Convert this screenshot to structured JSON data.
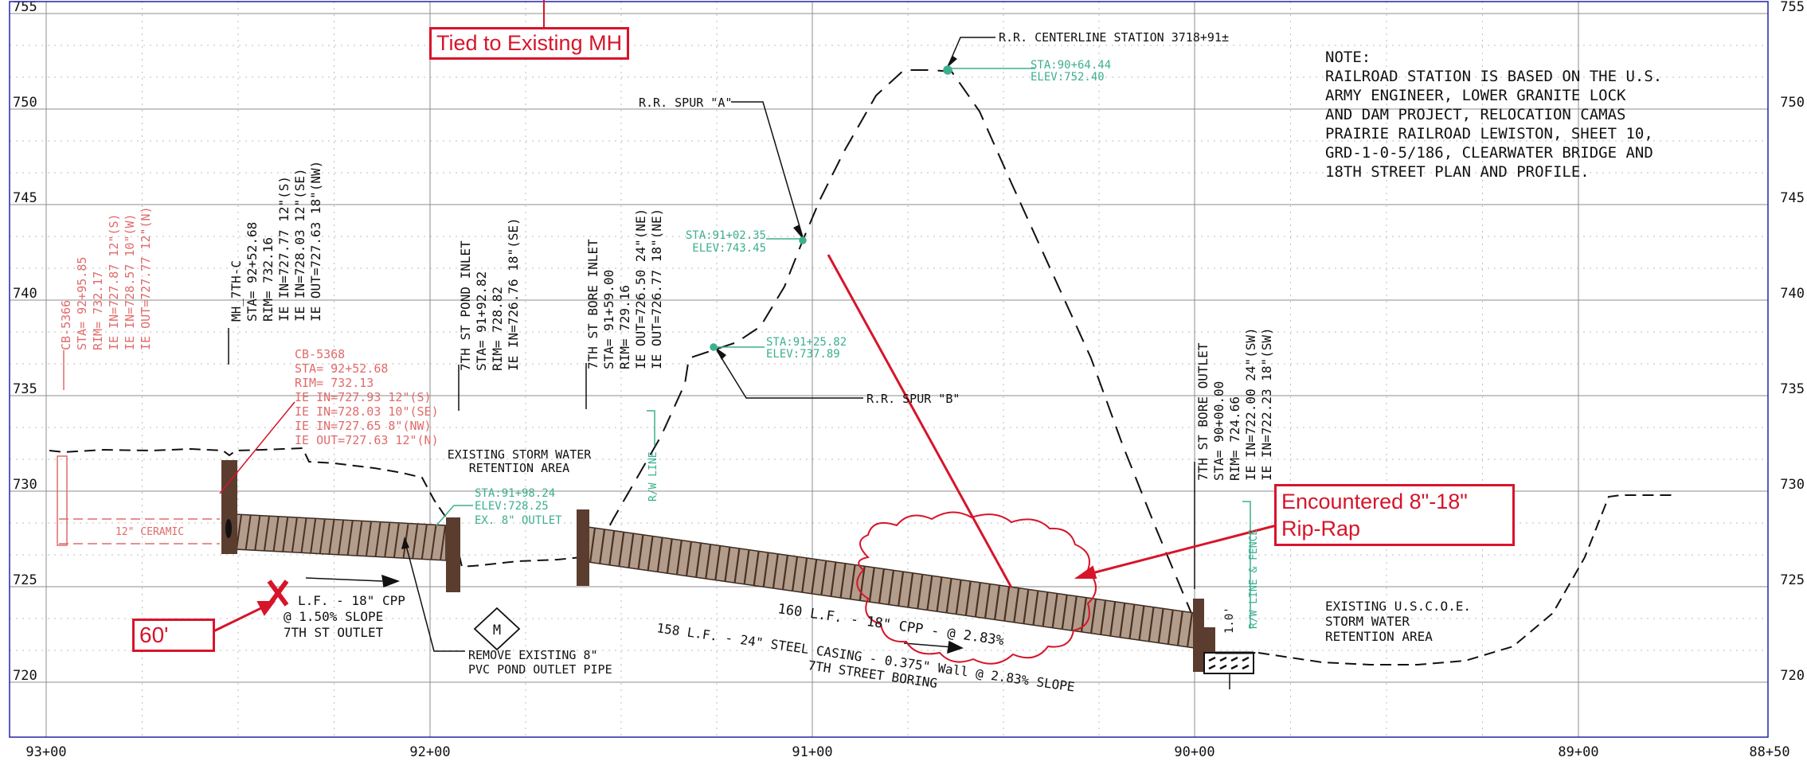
{
  "colors": {
    "grid_major": "#8c8c8c",
    "grid_minor": "#bdbdbd",
    "frame": "#2222aa",
    "black": "#111111",
    "green": "#3caf8f",
    "red_note": "#e06b6b",
    "markup_red": "#d6152a",
    "pipe_fill": "#a89484",
    "pipe_band": "#5a3d2e"
  },
  "axes": {
    "elevations": [
      "755",
      "750",
      "745",
      "740",
      "735",
      "730",
      "725",
      "720"
    ],
    "stations": [
      "93+00",
      "92+00",
      "91+00",
      "90+00",
      "89+00",
      "88+50"
    ]
  },
  "markups": {
    "tied_to_existing": "Tied to Existing MH",
    "encountered": [
      "Encountered 8\"-18\"",
      "Rip-Rap"
    ],
    "sixty_ft": "60'"
  },
  "rr_centerline": "R.R. CENTERLINE STATION 3718+91±",
  "rr_top_sta": [
    "STA:90+64.44",
    "ELEV:752.40"
  ],
  "note": {
    "title": "NOTE:",
    "lines": [
      "RAILROAD STATION IS BASED ON THE U.S.",
      "ARMY ENGINEER, LOWER GRANITE LOCK",
      "AND DAM PROJECT, RELOCATION CAMAS",
      "PRAIRIE RAILROAD LEWISTON, SHEET 10,",
      "GRD-1-0-5/186, CLEARWATER BRIDGE AND",
      "18TH STREET PLAN AND PROFILE."
    ]
  },
  "spur_a": {
    "label": "R.R. SPUR \"A\"",
    "sta": [
      "STA:91+02.35",
      "ELEV:743.45"
    ]
  },
  "spur_b": {
    "label": "R.R. SPUR \"B\"",
    "sta": [
      "STA:91+25.82",
      "ELEV:737.89"
    ]
  },
  "cb5366": [
    "CB-5366",
    "STA= 92+95.85",
    "RIM= 732.17",
    "IE IN=727.87 12\"(S)",
    "IE IN=728.57 10\"(W)",
    "IE OUT=727.77 12\"(N)"
  ],
  "mh7thc": [
    "MH_7TH-C",
    "STA= 92+52.68",
    "RIM= 732.16",
    "IE IN=727.77 12\"(S)",
    "IE IN=728.03 12\"(SE)",
    "IE OUT=727.63 18\"(NW)"
  ],
  "cb5368": [
    "CB-5368",
    "STA= 92+52.68",
    "RIM= 732.13",
    "IE IN=727.93 12\"(S)",
    "IE IN=728.03 10\"(SE)",
    "IE IN=727.65 8\"(NW)",
    "IE OUT=727.63 12\"(N)"
  ],
  "pond_inlet": [
    "7TH ST POND INLET",
    "STA= 91+92.82",
    "RIM= 728.82",
    "IE IN=726.76 18\"(SE)"
  ],
  "bore_inlet": [
    "7TH ST BORE INLET",
    "STA= 91+59.00",
    "RIM= 729.16",
    "IE OUT=726.50 24\"(NE)",
    "IE OUT=726.77 18\"(NE)"
  ],
  "bore_outlet": [
    "7TH ST BORE OUTLET",
    "STA= 90+00.00",
    "RIM= 724.66",
    "IE IN=722.00 24\"(SW)",
    "IE IN=722.23 18\"(SW)"
  ],
  "retention_top": [
    "EXISTING STORM WATER",
    "RETENTION AREA"
  ],
  "retention_usace": [
    "EXISTING U.S.C.O.E.",
    "STORM WATER",
    "RETENTION AREA"
  ],
  "outlet_sta": [
    "STA:91+98.24",
    "ELEV:728.25",
    "EX. 8\" OUTLET"
  ],
  "ceramic": "12\" CERAMIC",
  "cpp_left": [
    "L.F. - 18\" CPP",
    "@ 1.50% SLOPE",
    "7TH ST OUTLET"
  ],
  "remove_pipe": [
    "REMOVE EXISTING 8\"",
    "PVC POND OUTLET PIPE"
  ],
  "manhole_symbol": "M",
  "cpp_main": "160 L.F. - 18\" CPP - @ 2.83%",
  "casing": [
    "158 L.F. - 24\" STEEL CASING - 0.375\" Wall @ 2.83% SLOPE",
    "7TH STREET BORING"
  ],
  "rw_line": "R/W LINE",
  "rw_fence": "R/W LINE & FENCE",
  "dim_10": "1.0'"
}
